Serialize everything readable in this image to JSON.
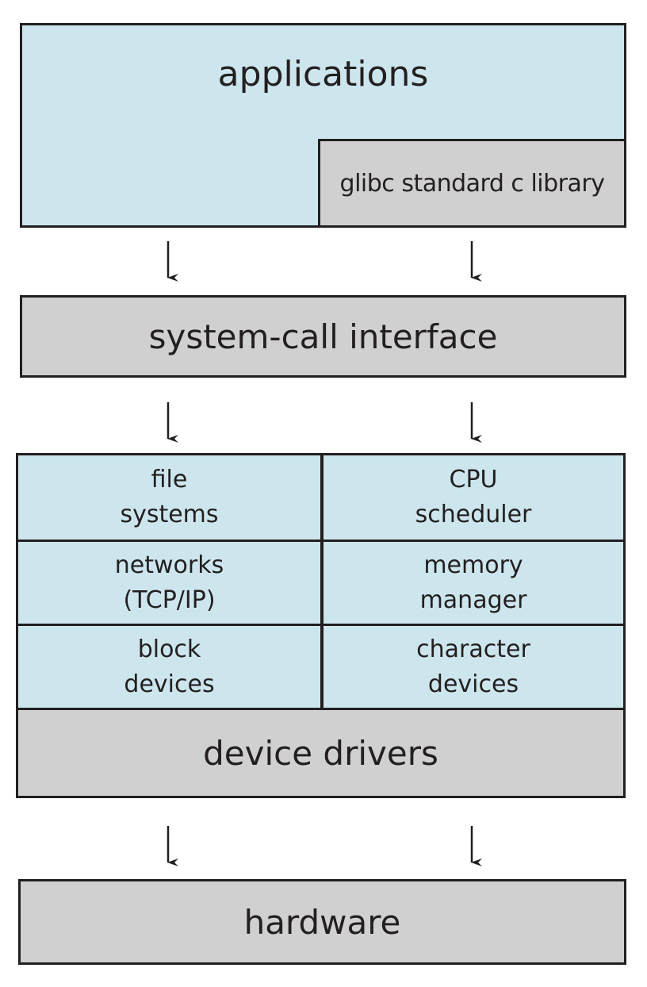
{
  "applications": {
    "label": "applications",
    "library_label": "glibc standard c library"
  },
  "syscall": {
    "label": "system-call interface"
  },
  "kernel": {
    "cells": [
      {
        "line1": "file",
        "line2": "systems"
      },
      {
        "line1": "CPU",
        "line2": "scheduler"
      },
      {
        "line1": "networks",
        "line2": "(TCP/IP)"
      },
      {
        "line1": "memory",
        "line2": "manager"
      },
      {
        "line1": "block",
        "line2": "devices"
      },
      {
        "line1": "character",
        "line2": "devices"
      }
    ],
    "drivers_label": "device drivers"
  },
  "hardware": {
    "label": "hardware"
  },
  "colors": {
    "layer_blue": "#cde6ee",
    "layer_gray": "#d0d0d0",
    "stroke": "#231f20"
  }
}
